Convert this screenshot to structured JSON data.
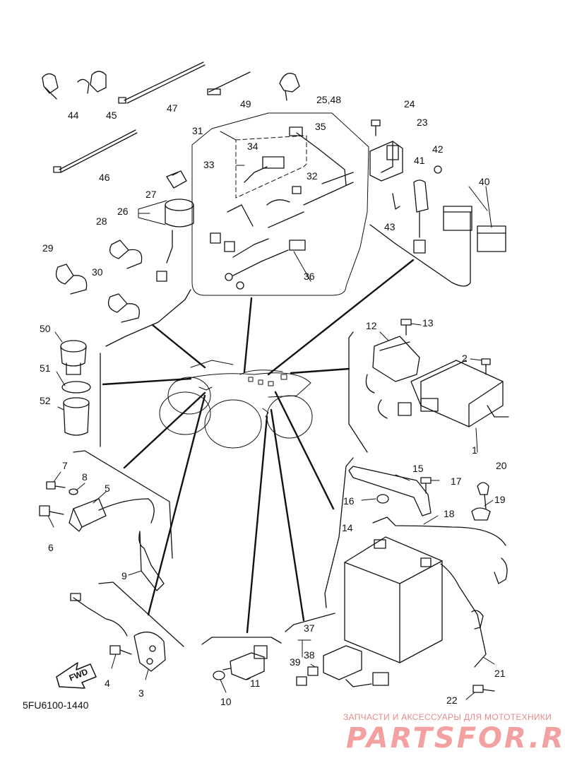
{
  "diagram_code": "5FU6100-1440",
  "fwd_label": "FWD",
  "watermark": {
    "caption": "ЗАПЧАСТИ И АКСЕССУАРЫ ДЛЯ МОТОТЕХНИКИ",
    "brand": "PARTSFOR.RU"
  },
  "part_labels": {
    "p1": "1",
    "p2": "2",
    "p3": "3",
    "p4": "4",
    "p5": "5",
    "p6": "6",
    "p7": "7",
    "p8": "8",
    "p9": "9",
    "p10": "10",
    "p11": "11",
    "p12": "12",
    "p13": "13",
    "p14": "14",
    "p15": "15",
    "p16": "16",
    "p17": "17",
    "p18": "18",
    "p19": "19",
    "p20": "20",
    "p21": "21",
    "p22": "22",
    "p23": "23",
    "p24": "24",
    "p25_48": "25,48",
    "p26": "26",
    "p27": "27",
    "p28": "28",
    "p29": "29",
    "p30": "30",
    "p31": "31",
    "p32": "32",
    "p33": "33",
    "p34": "34",
    "p35": "35",
    "p36": "36",
    "p37": "37",
    "p38": "38",
    "p39": "39",
    "p40": "40",
    "p41": "41",
    "p42": "42",
    "p43": "43",
    "p44": "44",
    "p45": "45",
    "p46": "46",
    "p47": "47",
    "p49": "49",
    "p50": "50",
    "p51": "51",
    "p52": "52"
  }
}
